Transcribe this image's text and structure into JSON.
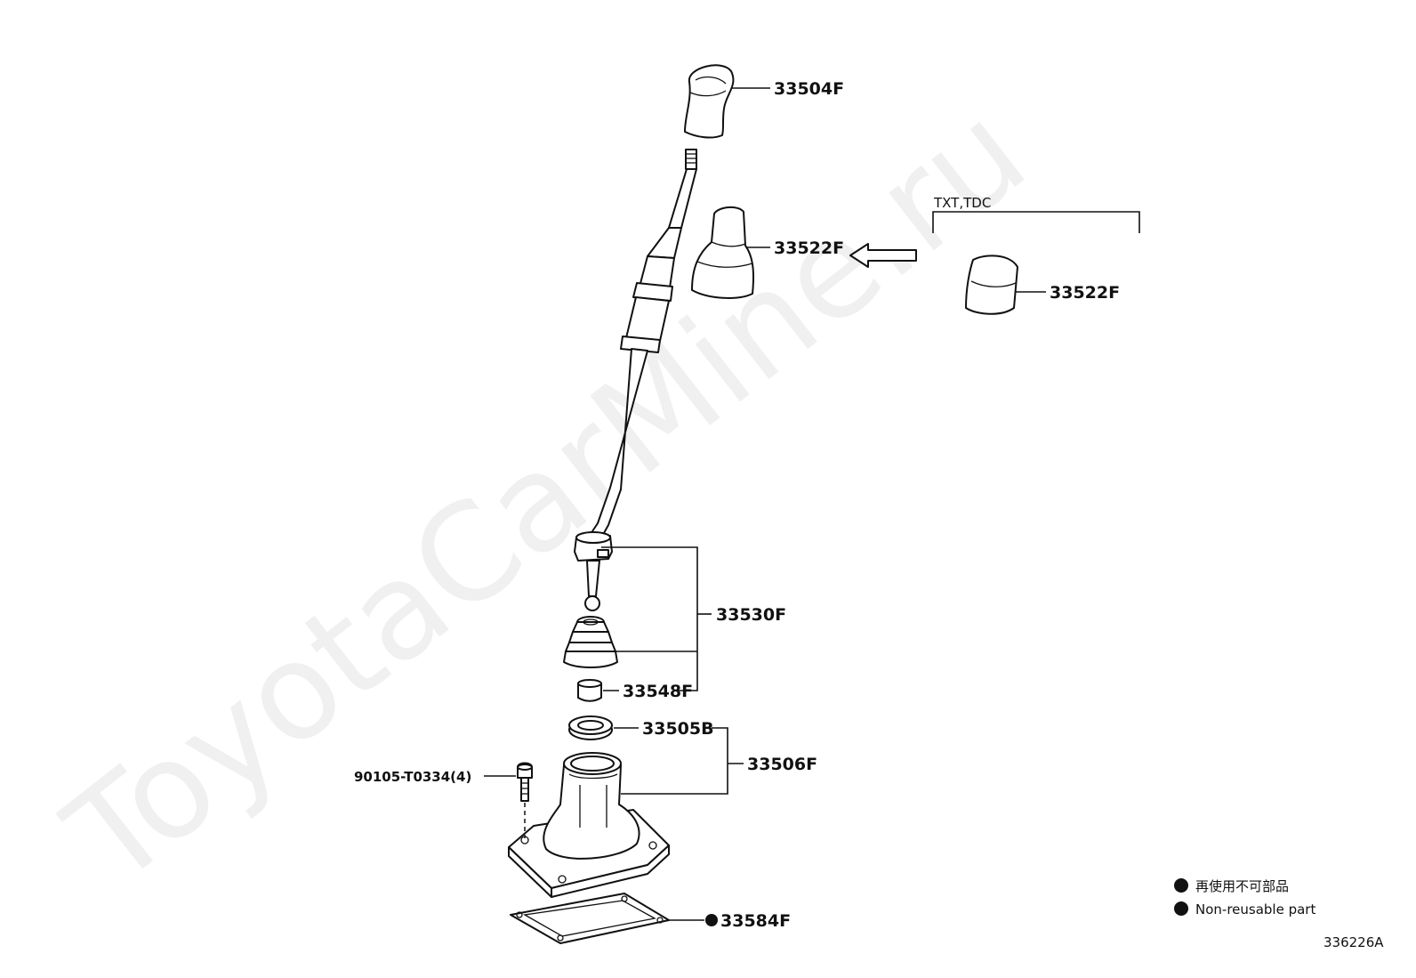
{
  "watermark": "ToyotaCarMine.ru",
  "parts": {
    "knob": "33504F",
    "boot_upper": "33522F",
    "boot_upper_alt": "33522F",
    "lever_assy": "33530F",
    "bushing": "33548F",
    "seal": "33505B",
    "housing": "33506F",
    "bolt": "90105-T0334(4)",
    "gasket": "33584F"
  },
  "variant_label": "TXT,TDC",
  "legend": {
    "items": [
      {
        "symbol": "filled-dot",
        "text": "再使用不可部品"
      },
      {
        "symbol": "filled-dot",
        "text": "Non-reusable part"
      }
    ]
  },
  "diagram_id": "336226A"
}
